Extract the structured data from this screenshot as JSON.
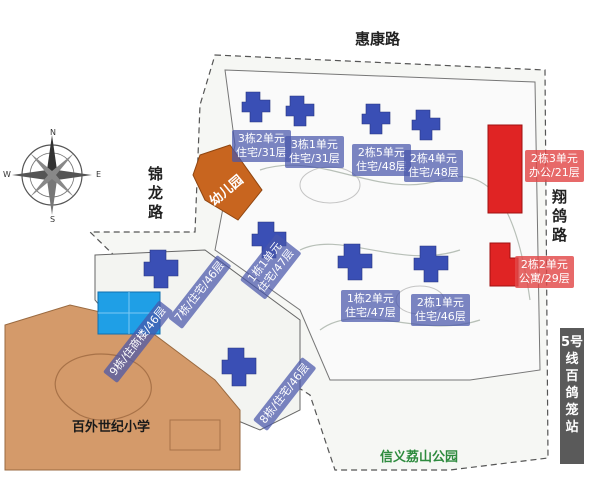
{
  "roads": {
    "north": "惠康路",
    "east": "翔鸽路",
    "west": "锦龙路"
  },
  "compass": {
    "n": "N",
    "s": "S",
    "e": "E",
    "w": "W"
  },
  "buildings": [
    {
      "lines": [
        "3栋2单元",
        "住宅/31层"
      ]
    },
    {
      "lines": [
        "3栋1单元",
        "住宅/31层"
      ]
    },
    {
      "lines": [
        "2栋5单元",
        "住宅/48层"
      ]
    },
    {
      "lines": [
        "2栋4单元",
        "住宅/48层"
      ]
    },
    {
      "lines": [
        "1栋1单元",
        "住宅/47层"
      ]
    },
    {
      "lines": [
        "1栋2单元",
        "住宅/47层"
      ]
    },
    {
      "lines": [
        "2栋1单元",
        "住宅/46层"
      ]
    },
    {
      "lines": [
        "7栋/住宅/46层"
      ]
    },
    {
      "lines": [
        "9栋/住商楼/46层"
      ]
    },
    {
      "lines": [
        "8栋/住宅/46层"
      ]
    }
  ],
  "red_buildings": [
    {
      "lines": [
        "2栋3单元",
        "办公/21层"
      ]
    },
    {
      "lines": [
        "2栋2单元",
        "公寓/29层"
      ]
    }
  ],
  "kindergarten": "幼儿园",
  "school": "百外世纪小学",
  "park": "信义荔山公园",
  "metro": "5号线百鸽笼站",
  "colors": {
    "residential": "#3a4fb5",
    "commercial": "#e02424",
    "kindergarten": "#c8651f",
    "school": "#d49a6a",
    "mixed_use": "#1f9fe6",
    "park": "#2e8b3e"
  }
}
